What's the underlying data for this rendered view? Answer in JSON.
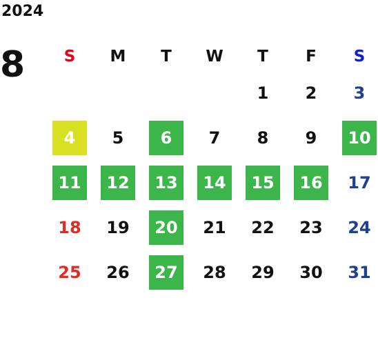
{
  "calendar": {
    "year": "2024",
    "month": "8",
    "weekdays": [
      "S",
      "M",
      "T",
      "W",
      "T",
      "F",
      "S"
    ],
    "weeks": [
      [
        {
          "text": "",
          "style": ""
        },
        {
          "text": "",
          "style": ""
        },
        {
          "text": "",
          "style": ""
        },
        {
          "text": "",
          "style": ""
        },
        {
          "text": "1",
          "style": ""
        },
        {
          "text": "2",
          "style": ""
        },
        {
          "text": "3",
          "style": "sat"
        }
      ],
      [
        {
          "text": "4",
          "style": "lime"
        },
        {
          "text": "5",
          "style": ""
        },
        {
          "text": "6",
          "style": "green"
        },
        {
          "text": "7",
          "style": ""
        },
        {
          "text": "8",
          "style": ""
        },
        {
          "text": "9",
          "style": ""
        },
        {
          "text": "10",
          "style": "green"
        }
      ],
      [
        {
          "text": "11",
          "style": "green"
        },
        {
          "text": "12",
          "style": "green"
        },
        {
          "text": "13",
          "style": "green"
        },
        {
          "text": "14",
          "style": "green"
        },
        {
          "text": "15",
          "style": "green"
        },
        {
          "text": "16",
          "style": "green"
        },
        {
          "text": "17",
          "style": "sat"
        }
      ],
      [
        {
          "text": "18",
          "style": "sun"
        },
        {
          "text": "19",
          "style": ""
        },
        {
          "text": "20",
          "style": "green"
        },
        {
          "text": "21",
          "style": ""
        },
        {
          "text": "22",
          "style": ""
        },
        {
          "text": "23",
          "style": ""
        },
        {
          "text": "24",
          "style": "sat"
        }
      ],
      [
        {
          "text": "25",
          "style": "sun"
        },
        {
          "text": "26",
          "style": ""
        },
        {
          "text": "27",
          "style": "green"
        },
        {
          "text": "28",
          "style": ""
        },
        {
          "text": "29",
          "style": ""
        },
        {
          "text": "30",
          "style": ""
        },
        {
          "text": "31",
          "style": "sat"
        }
      ]
    ]
  },
  "colors": {
    "highlight_green": "#3cb54a",
    "highlight_lime": "#d9e021",
    "sunday_header": "#e6001a",
    "saturday_header": "#0a1fd6",
    "sunday_date": "#e22b22",
    "saturday_date": "#1f3f8f",
    "text": "#111111"
  }
}
